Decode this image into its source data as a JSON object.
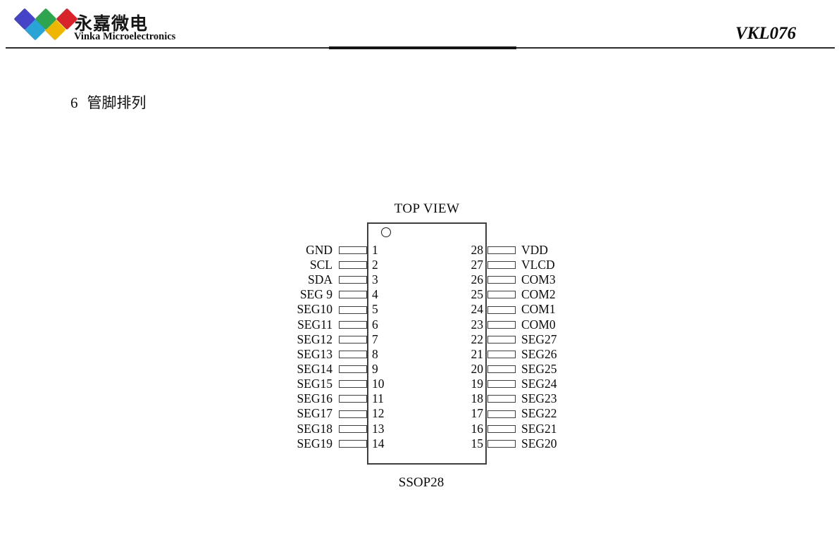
{
  "header": {
    "logo": {
      "company_cn": "永嘉微电",
      "company_en": "Vinka Microelectronics",
      "diamond_colors": {
        "blue": "#4543c7",
        "green": "#2ea44f",
        "red": "#d8232b",
        "cyan": "#2aa4d7",
        "yellow": "#eeb501"
      }
    },
    "part_number": "VKL076"
  },
  "section": {
    "number": "6",
    "title": "管脚排列"
  },
  "diagram": {
    "view_label": "TOP VIEW",
    "package_label": "SSOP28",
    "left_pins": [
      {
        "num": 1,
        "label": "GND"
      },
      {
        "num": 2,
        "label": "SCL"
      },
      {
        "num": 3,
        "label": "SDA"
      },
      {
        "num": 4,
        "label": "SEG 9"
      },
      {
        "num": 5,
        "label": "SEG10"
      },
      {
        "num": 6,
        "label": "SEG11"
      },
      {
        "num": 7,
        "label": "SEG12"
      },
      {
        "num": 8,
        "label": "SEG13"
      },
      {
        "num": 9,
        "label": "SEG14"
      },
      {
        "num": 10,
        "label": "SEG15"
      },
      {
        "num": 11,
        "label": "SEG16"
      },
      {
        "num": 12,
        "label": "SEG17"
      },
      {
        "num": 13,
        "label": "SEG18"
      },
      {
        "num": 14,
        "label": "SEG19"
      }
    ],
    "right_pins": [
      {
        "num": 28,
        "label": "VDD"
      },
      {
        "num": 27,
        "label": "VLCD"
      },
      {
        "num": 26,
        "label": "COM3"
      },
      {
        "num": 25,
        "label": "COM2"
      },
      {
        "num": 24,
        "label": "COM1"
      },
      {
        "num": 23,
        "label": "COM0"
      },
      {
        "num": 22,
        "label": "SEG27"
      },
      {
        "num": 21,
        "label": "SEG26"
      },
      {
        "num": 20,
        "label": "SEG25"
      },
      {
        "num": 19,
        "label": "SEG24"
      },
      {
        "num": 18,
        "label": "SEG23"
      },
      {
        "num": 17,
        "label": "SEG22"
      },
      {
        "num": 16,
        "label": "SEG21"
      },
      {
        "num": 15,
        "label": "SEG20"
      }
    ]
  }
}
